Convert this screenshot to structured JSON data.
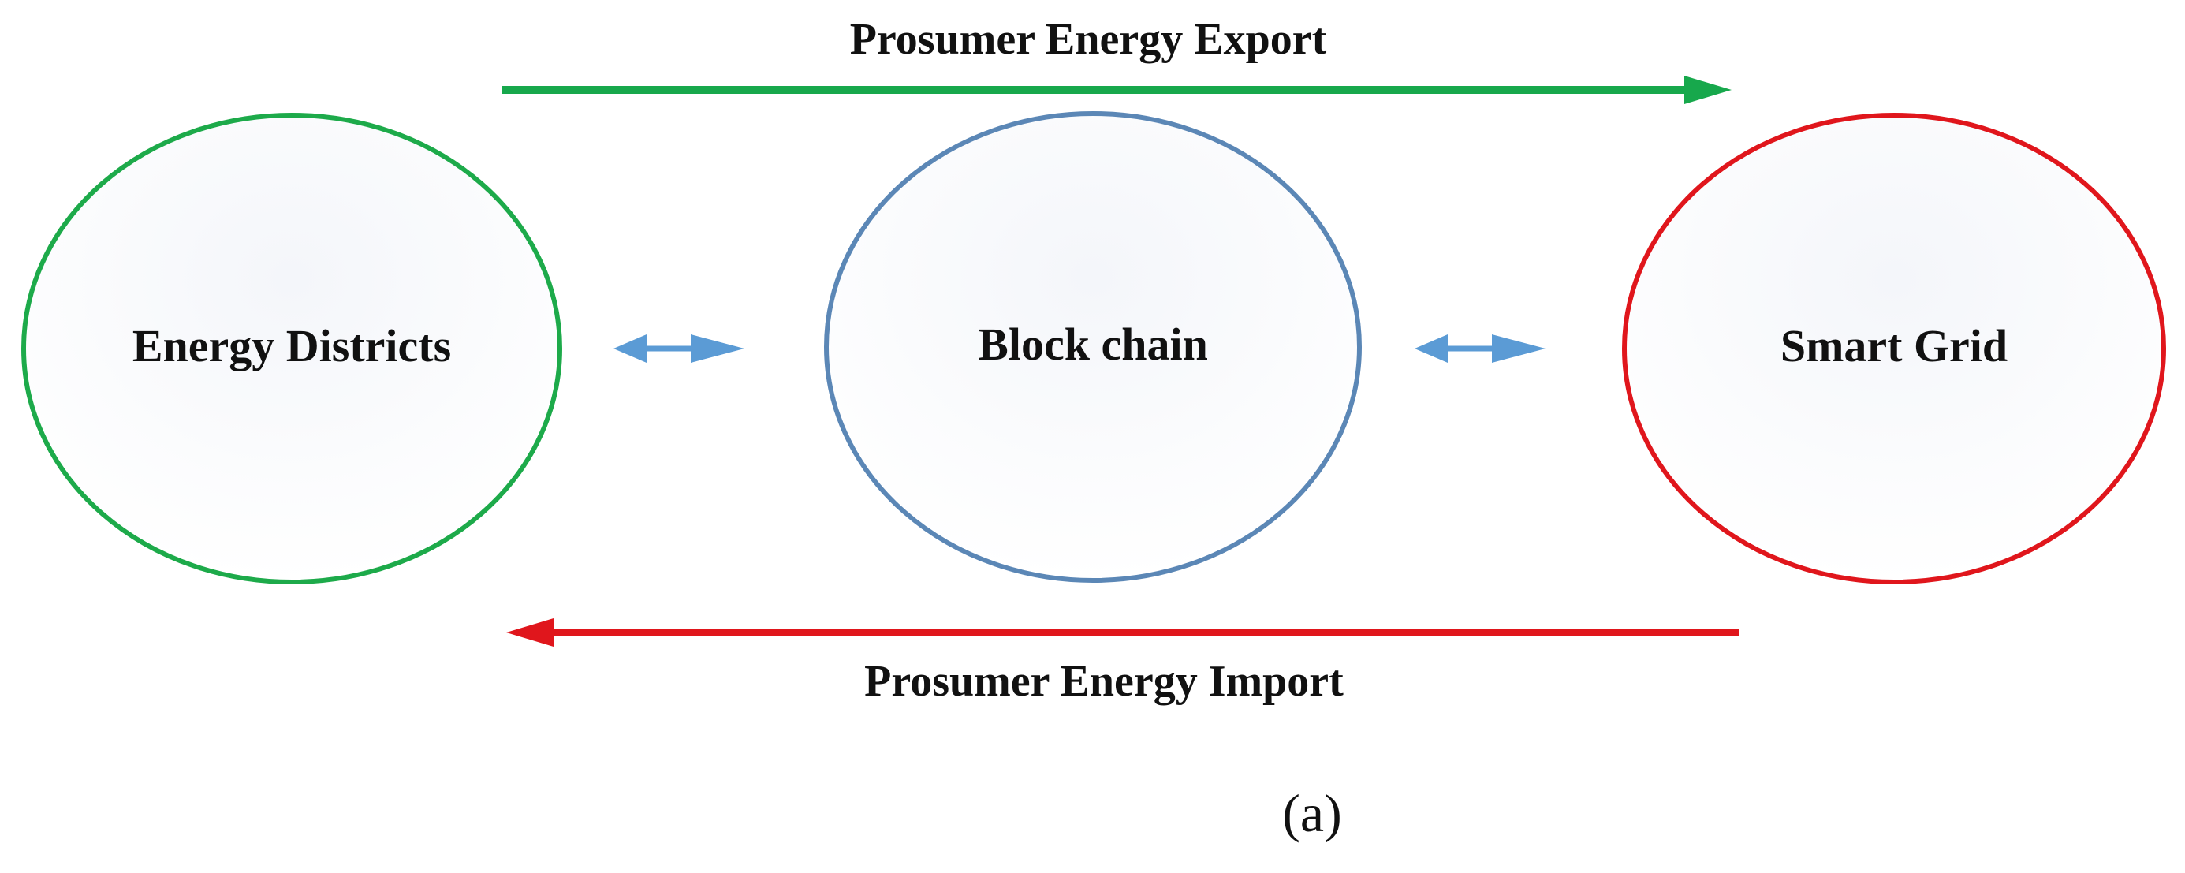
{
  "title_export": "Prosumer Energy Export",
  "title_import": "Prosumer Energy Import",
  "nodes": {
    "left": {
      "label": "Energy Districts",
      "color": "#1daa4a"
    },
    "center": {
      "label": "Block chain",
      "color": "#5b87b6"
    },
    "right": {
      "label": "Smart Grid",
      "color": "#e0161c"
    }
  },
  "arrows": {
    "export_color": "#17a84c",
    "import_color": "#e0161c",
    "bidirectional_color": "#5b9bd5"
  },
  "caption": "(a)"
}
